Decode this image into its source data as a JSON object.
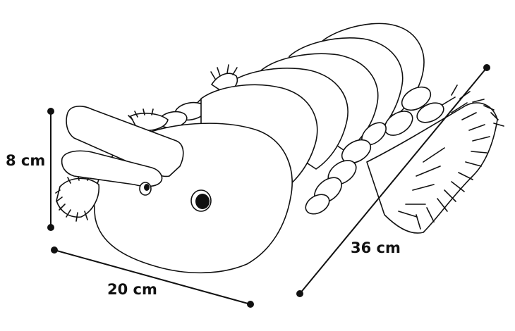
{
  "dimensions": {
    "height": "8 cm",
    "width": "20 cm",
    "length": "36 cm"
  },
  "colors": {
    "line": "#111111",
    "fill": "#ffffff"
  }
}
